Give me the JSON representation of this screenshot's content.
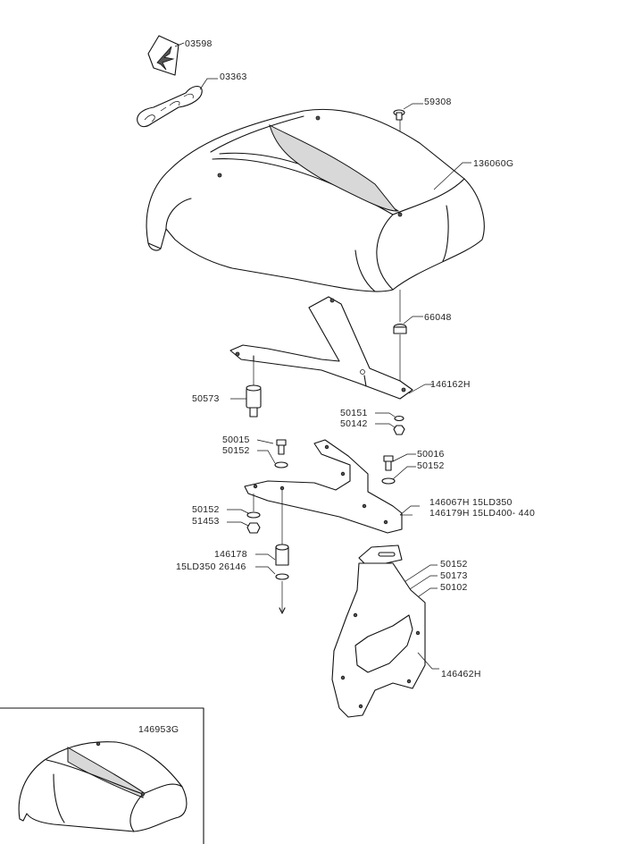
{
  "callouts": {
    "p03598": "03598",
    "p03363": "03363",
    "p59308": "59308",
    "p136060g": "136060G",
    "p66048": "66048",
    "p146162h": "146162H",
    "p50573": "50573",
    "p50151": "50151",
    "p50142": "50142",
    "p50015": "50015",
    "p50152a": "50152",
    "p50016": "50016",
    "p50152b": "50152",
    "p146067h": "146067H 15LD350",
    "p146179h": "146179H 15LD400- 440",
    "p50152c": "50152",
    "p51453": "51453",
    "p146178": "146178",
    "p26146": "15LD350 26146",
    "p50152d": "50152",
    "p50173": "50173",
    "p50102": "50102",
    "p146462h": "146462H"
  },
  "inset": {
    "label": "146953G"
  }
}
